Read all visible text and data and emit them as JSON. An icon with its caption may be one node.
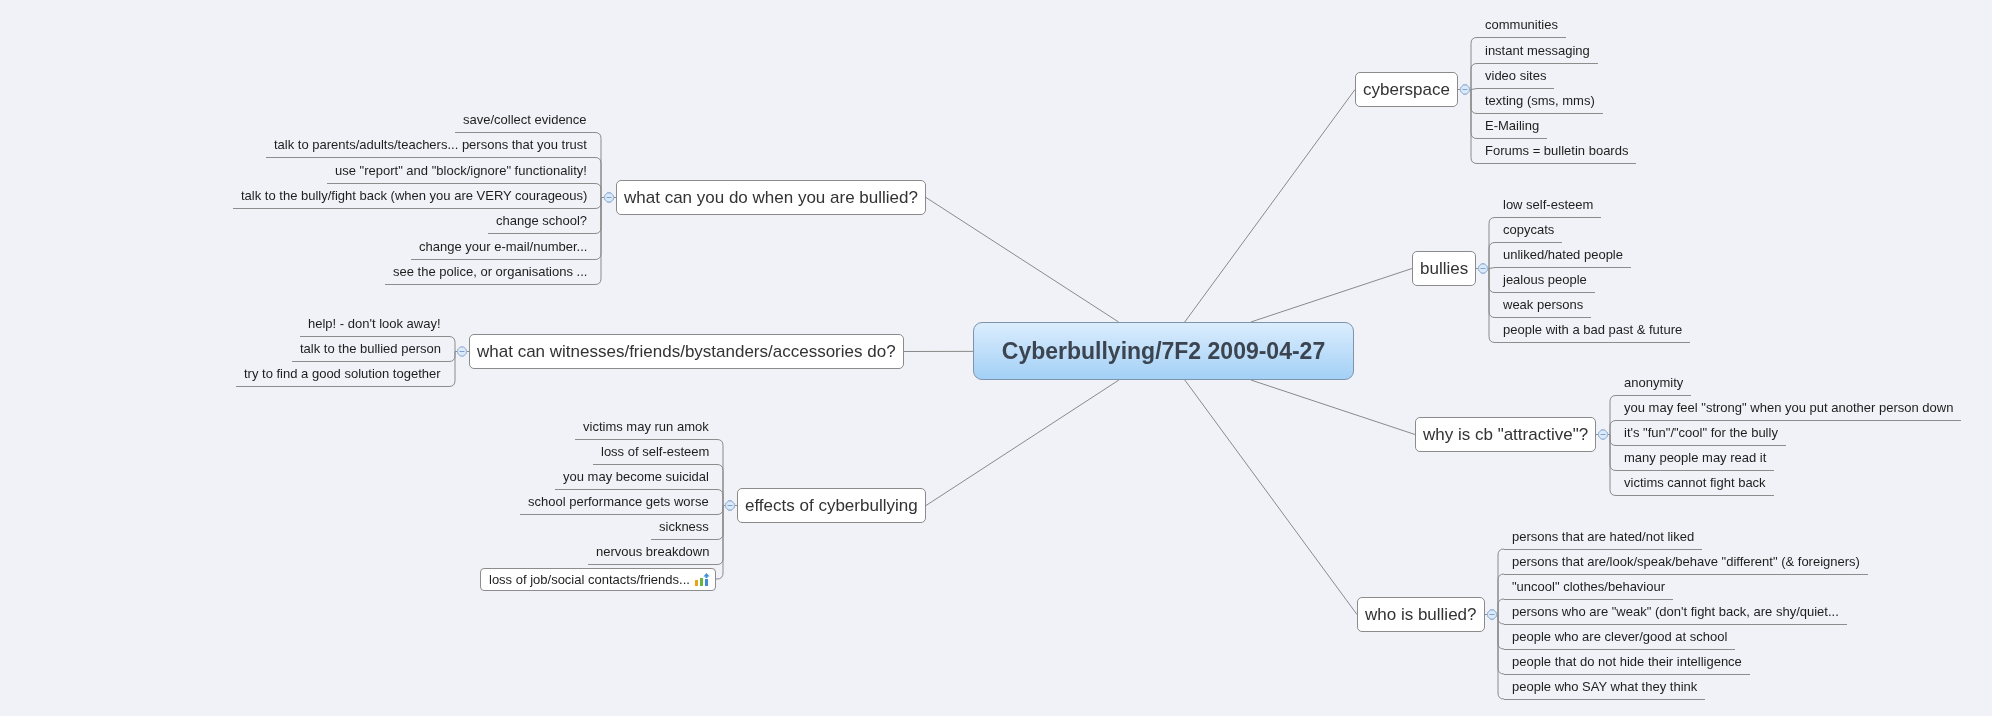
{
  "diagram": {
    "nodes": [
      {
        "text": [
          "Cyberbullying/7F2 2009-04-27"
        ]
      },
      {
        "text": [
          "what can you do when you are bullied?"
        ]
      },
      {
        "text": [
          "save/collect evidence"
        ]
      },
      {
        "text": [
          "talk to parents/adults/teachers... persons that you trust"
        ]
      },
      {
        "text": [
          "use \"report\" and \"block/ignore\" functionality!"
        ]
      },
      {
        "text": [
          "talk to the bully/fight back (when you are VERY courageous)"
        ]
      },
      {
        "text": [
          "change school?"
        ]
      },
      {
        "text": [
          "change your e-mail/number..."
        ]
      },
      {
        "text": [
          "see the police, or organisations ..."
        ]
      },
      {
        "text": [
          "what can witnesses/friends/bystanders/accessories do?"
        ]
      },
      {
        "text": [
          "help! - don't look away!"
        ]
      },
      {
        "text": [
          "talk to the bullied person"
        ]
      },
      {
        "text": [
          "try to find a good solution together"
        ]
      },
      {
        "text": [
          "effects of cyberbullying"
        ]
      },
      {
        "text": [
          "victims may run amok"
        ]
      },
      {
        "text": [
          "loss of self-esteem"
        ]
      },
      {
        "text": [
          "you may become suicidal"
        ]
      },
      {
        "text": [
          "school performance gets worse"
        ]
      },
      {
        "text": [
          "sickness"
        ]
      },
      {
        "text": [
          "nervous breakdown"
        ]
      },
      {
        "text": [
          "loss of job/social contacts/friends..."
        ]
      },
      {
        "text": [
          "cyberspace"
        ]
      },
      {
        "text": [
          "communities"
        ]
      },
      {
        "text": [
          "instant messaging"
        ]
      },
      {
        "text": [
          "video sites"
        ]
      },
      {
        "text": [
          "texting (sms, mms)"
        ]
      },
      {
        "text": [
          "E-Mailing"
        ]
      },
      {
        "text": [
          "Forums = bulletin boards"
        ]
      },
      {
        "text": [
          "bullies"
        ]
      },
      {
        "text": [
          "low self-esteem"
        ]
      },
      {
        "text": [
          "copycats"
        ]
      },
      {
        "text": [
          "unliked/hated people"
        ]
      },
      {
        "text": [
          "jealous people"
        ]
      },
      {
        "text": [
          "weak persons"
        ]
      },
      {
        "text": [
          "people with a bad past & future"
        ]
      },
      {
        "text": [
          "why is cb \"attractive\"?"
        ]
      },
      {
        "text": [
          "anonymity"
        ]
      },
      {
        "text": [
          "you may feel \"strong\" when you put another person down"
        ]
      },
      {
        "text": [
          "it's \"fun\"/\"cool\" for the bully"
        ]
      },
      {
        "text": [
          "many people may read it"
        ]
      },
      {
        "text": [
          "victims cannot fight back"
        ]
      },
      {
        "text": [
          "who is bullied?"
        ]
      },
      {
        "text": [
          "persons that are hated/not liked"
        ]
      },
      {
        "text": [
          "persons that are/look/speak/behave \"different\" (& foreigners)"
        ]
      },
      {
        "text": [
          "\"uncool\" clothes/behaviour"
        ]
      },
      {
        "text": [
          "persons who are \"weak\" (don't fight back, are shy/quiet..."
        ]
      },
      {
        "text": [
          "people who are clever/good at school"
        ]
      },
      {
        "text": [
          "people that do not hide their intelligence"
        ]
      },
      {
        "text": [
          "people who SAY what they think"
        ]
      }
    ],
    "edges": [
      {
        "from": 0,
        "to": 1,
        "arrow": "none"
      },
      {
        "from": 0,
        "to": 9,
        "arrow": "none"
      },
      {
        "from": 0,
        "to": 13,
        "arrow": "none"
      },
      {
        "from": 0,
        "to": 21,
        "arrow": "none"
      },
      {
        "from": 0,
        "to": 28,
        "arrow": "none"
      },
      {
        "from": 0,
        "to": 35,
        "arrow": "none"
      },
      {
        "from": 0,
        "to": 41,
        "arrow": "none"
      },
      {
        "from": 1,
        "to": 2,
        "arrow": "other"
      },
      {
        "from": 1,
        "to": 3,
        "arrow": "other"
      },
      {
        "from": 1,
        "to": 4,
        "arrow": "other"
      },
      {
        "from": 1,
        "to": 5,
        "arrow": "other"
      },
      {
        "from": 1,
        "to": 6,
        "arrow": "other"
      },
      {
        "from": 1,
        "to": 7,
        "arrow": "other"
      },
      {
        "from": 1,
        "to": 8,
        "arrow": "other"
      },
      {
        "from": 9,
        "to": 10,
        "arrow": "other"
      },
      {
        "from": 9,
        "to": 11,
        "arrow": "other"
      },
      {
        "from": 9,
        "to": 12,
        "arrow": "other"
      },
      {
        "from": 13,
        "to": 14,
        "arrow": "other"
      },
      {
        "from": 13,
        "to": 15,
        "arrow": "other"
      },
      {
        "from": 13,
        "to": 16,
        "arrow": "other"
      },
      {
        "from": 13,
        "to": 17,
        "arrow": "other"
      },
      {
        "from": 13,
        "to": 18,
        "arrow": "other"
      },
      {
        "from": 13,
        "to": 19,
        "arrow": "other"
      },
      {
        "from": 13,
        "to": 20,
        "arrow": "other"
      },
      {
        "from": 21,
        "to": 22,
        "arrow": "other"
      },
      {
        "from": 21,
        "to": 23,
        "arrow": "other"
      },
      {
        "from": 21,
        "to": 24,
        "arrow": "other"
      },
      {
        "from": 21,
        "to": 25,
        "arrow": "other"
      },
      {
        "from": 21,
        "to": 26,
        "arrow": "other"
      },
      {
        "from": 21,
        "to": 27,
        "arrow": "other"
      },
      {
        "from": 28,
        "to": 29,
        "arrow": "other"
      },
      {
        "from": 28,
        "to": 30,
        "arrow": "other"
      },
      {
        "from": 28,
        "to": 31,
        "arrow": "other"
      },
      {
        "from": 28,
        "to": 32,
        "arrow": "other"
      },
      {
        "from": 28,
        "to": 33,
        "arrow": "other"
      },
      {
        "from": 28,
        "to": 34,
        "arrow": "other"
      },
      {
        "from": 35,
        "to": 36,
        "arrow": "other"
      },
      {
        "from": 35,
        "to": 37,
        "arrow": "other"
      },
      {
        "from": 35,
        "to": 38,
        "arrow": "other"
      },
      {
        "from": 35,
        "to": 39,
        "arrow": "other"
      },
      {
        "from": 35,
        "to": 40,
        "arrow": "other"
      },
      {
        "from": 41,
        "to": 42,
        "arrow": "other"
      },
      {
        "from": 41,
        "to": 43,
        "arrow": "other"
      },
      {
        "from": 41,
        "to": 44,
        "arrow": "other"
      },
      {
        "from": 41,
        "to": 45,
        "arrow": "other"
      },
      {
        "from": 41,
        "to": 46,
        "arrow": "other"
      },
      {
        "from": 41,
        "to": 47,
        "arrow": "other"
      },
      {
        "from": 41,
        "to": 48,
        "arrow": "other"
      }
    ]
  }
}
